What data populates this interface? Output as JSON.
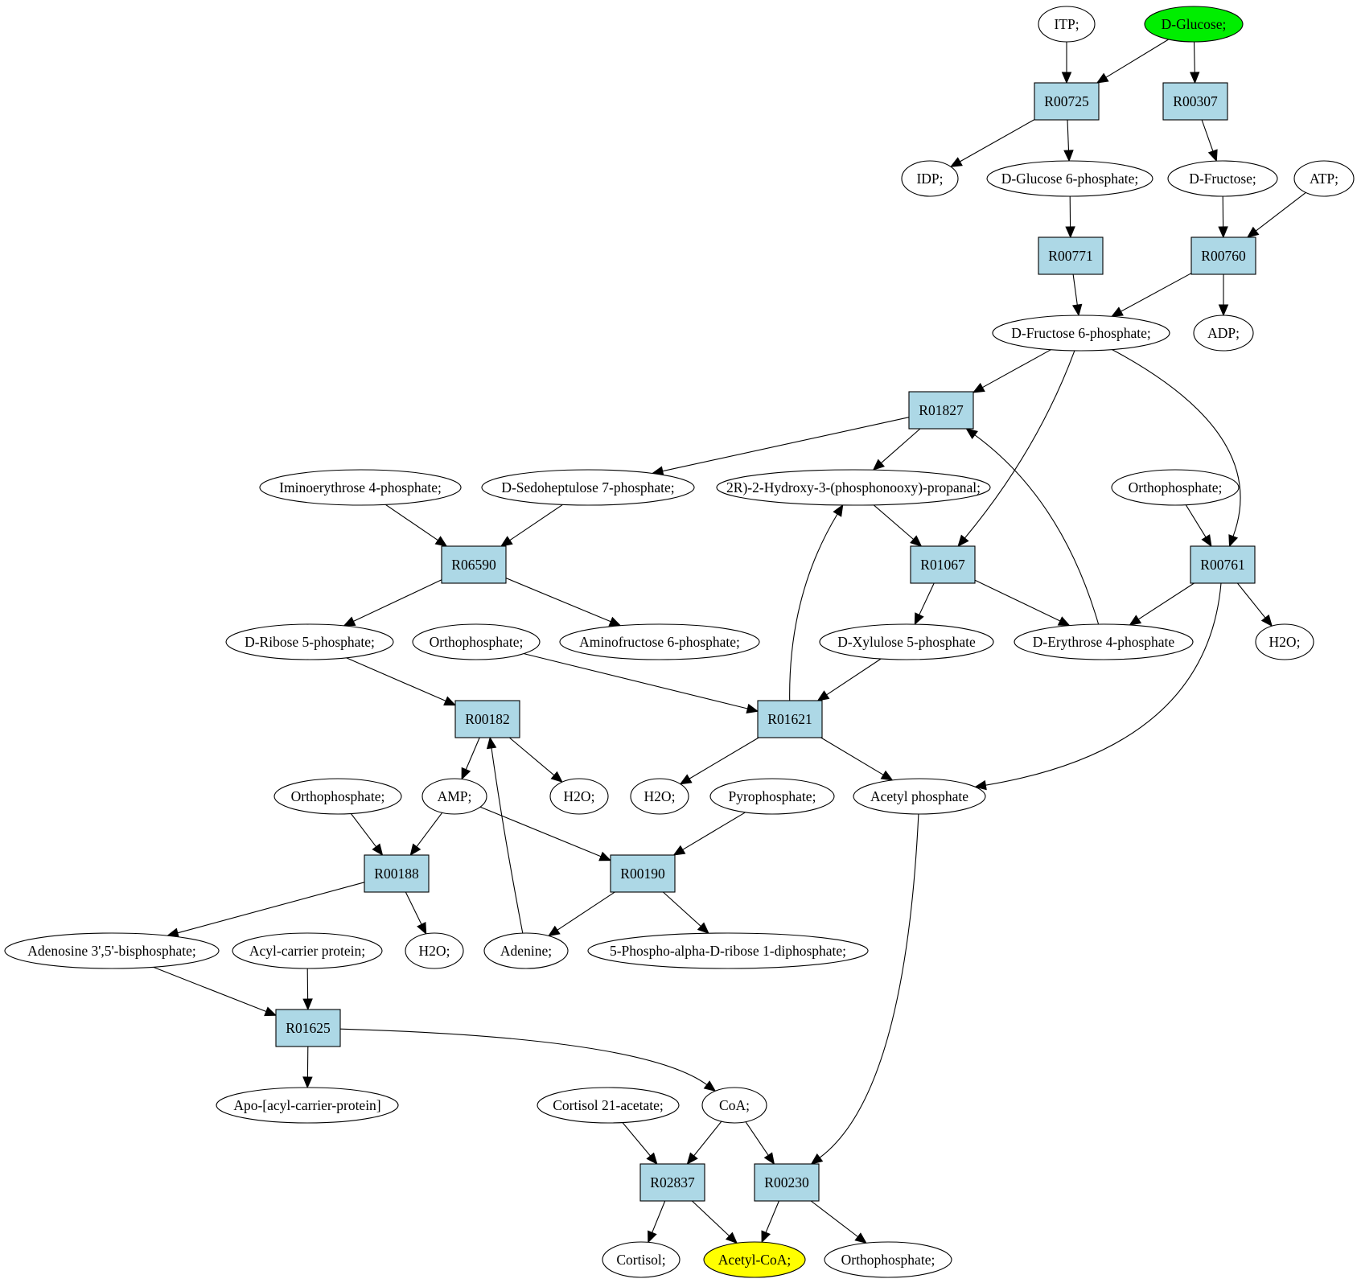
{
  "colors": {
    "reaction_fill": "#add8e6",
    "metabolite_fill": "#ffffff",
    "start_fill": "#00ee00",
    "target_fill": "#ffff00",
    "stroke": "#000000"
  },
  "nodes": [
    {
      "id": "itp",
      "kind": "metabolite",
      "label": "ITP;"
    },
    {
      "id": "d_glucose",
      "kind": "metabolite",
      "role": "start",
      "label": "D-Glucose;"
    },
    {
      "id": "r00725",
      "kind": "reaction",
      "label": "R00725"
    },
    {
      "id": "r00307",
      "kind": "reaction",
      "label": "R00307"
    },
    {
      "id": "idp",
      "kind": "metabolite",
      "label": "IDP;"
    },
    {
      "id": "d_glucose_6p",
      "kind": "metabolite",
      "label": "D-Glucose 6-phosphate;"
    },
    {
      "id": "d_fructose",
      "kind": "metabolite",
      "label": "D-Fructose;"
    },
    {
      "id": "atp",
      "kind": "metabolite",
      "label": "ATP;"
    },
    {
      "id": "r00771",
      "kind": "reaction",
      "label": "R00771"
    },
    {
      "id": "r00760",
      "kind": "reaction",
      "label": "R00760"
    },
    {
      "id": "d_fructose_6p",
      "kind": "metabolite",
      "label": "D-Fructose 6-phosphate;"
    },
    {
      "id": "adp",
      "kind": "metabolite",
      "label": "ADP;"
    },
    {
      "id": "r01827",
      "kind": "reaction",
      "label": "R01827"
    },
    {
      "id": "iminoerythrose_4p",
      "kind": "metabolite",
      "label": "Iminoerythrose 4-phosphate;"
    },
    {
      "id": "d_sedoheptulose_7p",
      "kind": "metabolite",
      "label": "D-Sedoheptulose 7-phosphate;"
    },
    {
      "id": "hydroxy_propanal",
      "kind": "metabolite",
      "label": "2R)-2-Hydroxy-3-(phosphonooxy)-propanal;"
    },
    {
      "id": "orthophosphate_1",
      "kind": "metabolite",
      "label": "Orthophosphate;"
    },
    {
      "id": "r06590",
      "kind": "reaction",
      "label": "R06590"
    },
    {
      "id": "r01067",
      "kind": "reaction",
      "label": "R01067"
    },
    {
      "id": "r00761",
      "kind": "reaction",
      "label": "R00761"
    },
    {
      "id": "d_ribose_5p",
      "kind": "metabolite",
      "label": "D-Ribose 5-phosphate;"
    },
    {
      "id": "orthophosphate_2",
      "kind": "metabolite",
      "label": "Orthophosphate;"
    },
    {
      "id": "aminofructose_6p",
      "kind": "metabolite",
      "label": "Aminofructose 6-phosphate;"
    },
    {
      "id": "d_xylulose_5p",
      "kind": "metabolite",
      "label": "D-Xylulose 5-phosphate"
    },
    {
      "id": "d_erythrose_4p",
      "kind": "metabolite",
      "label": "D-Erythrose 4-phosphate"
    },
    {
      "id": "h2o_1",
      "kind": "metabolite",
      "label": "H2O;"
    },
    {
      "id": "r00182",
      "kind": "reaction",
      "label": "R00182"
    },
    {
      "id": "r01621",
      "kind": "reaction",
      "label": "R01621"
    },
    {
      "id": "orthophosphate_3",
      "kind": "metabolite",
      "label": "Orthophosphate;"
    },
    {
      "id": "amp",
      "kind": "metabolite",
      "label": "AMP;"
    },
    {
      "id": "h2o_2",
      "kind": "metabolite",
      "label": "H2O;"
    },
    {
      "id": "h2o_3",
      "kind": "metabolite",
      "label": "H2O;"
    },
    {
      "id": "pyrophosphate",
      "kind": "metabolite",
      "label": "Pyrophosphate;"
    },
    {
      "id": "acetyl_phosphate",
      "kind": "metabolite",
      "label": "Acetyl phosphate"
    },
    {
      "id": "r00188",
      "kind": "reaction",
      "label": "R00188"
    },
    {
      "id": "r00190",
      "kind": "reaction",
      "label": "R00190"
    },
    {
      "id": "adenosine_bisp",
      "kind": "metabolite",
      "label": "Adenosine 3',5'-bisphosphate;"
    },
    {
      "id": "acyl_carrier_protein",
      "kind": "metabolite",
      "label": "Acyl-carrier protein;"
    },
    {
      "id": "h2o_4",
      "kind": "metabolite",
      "label": "H2O;"
    },
    {
      "id": "adenine",
      "kind": "metabolite",
      "label": "Adenine;"
    },
    {
      "id": "prpp",
      "kind": "metabolite",
      "label": "5-Phospho-alpha-D-ribose 1-diphosphate;"
    },
    {
      "id": "r01625",
      "kind": "reaction",
      "label": "R01625"
    },
    {
      "id": "apo_acp",
      "kind": "metabolite",
      "label": "Apo-[acyl-carrier-protein]"
    },
    {
      "id": "cortisol_21_acetate",
      "kind": "metabolite",
      "label": "Cortisol 21-acetate;"
    },
    {
      "id": "coa",
      "kind": "metabolite",
      "label": "CoA;"
    },
    {
      "id": "r02837",
      "kind": "reaction",
      "label": "R02837"
    },
    {
      "id": "r00230",
      "kind": "reaction",
      "label": "R00230"
    },
    {
      "id": "cortisol",
      "kind": "metabolite",
      "label": "Cortisol;"
    },
    {
      "id": "acetyl_coa",
      "kind": "metabolite",
      "role": "target",
      "label": "Acetyl-CoA;"
    },
    {
      "id": "orthophosphate_4",
      "kind": "metabolite",
      "label": "Orthophosphate;"
    }
  ],
  "edges": [
    {
      "from": "itp",
      "to": "r00725"
    },
    {
      "from": "d_glucose",
      "to": "r00725"
    },
    {
      "from": "d_glucose",
      "to": "r00307"
    },
    {
      "from": "r00725",
      "to": "idp"
    },
    {
      "from": "r00725",
      "to": "d_glucose_6p"
    },
    {
      "from": "r00307",
      "to": "d_fructose"
    },
    {
      "from": "d_glucose_6p",
      "to": "r00771"
    },
    {
      "from": "d_fructose",
      "to": "r00760"
    },
    {
      "from": "atp",
      "to": "r00760"
    },
    {
      "from": "r00771",
      "to": "d_fructose_6p"
    },
    {
      "from": "r00760",
      "to": "d_fructose_6p"
    },
    {
      "from": "r00760",
      "to": "adp"
    },
    {
      "from": "d_fructose_6p",
      "to": "r01827"
    },
    {
      "from": "d_fructose_6p",
      "to": "r01067"
    },
    {
      "from": "d_fructose_6p",
      "to": "r00761"
    },
    {
      "from": "r01827",
      "to": "d_sedoheptulose_7p"
    },
    {
      "from": "r01827",
      "to": "hydroxy_propanal"
    },
    {
      "from": "d_erythrose_4p",
      "to": "r01827"
    },
    {
      "from": "iminoerythrose_4p",
      "to": "r06590"
    },
    {
      "from": "d_sedoheptulose_7p",
      "to": "r06590"
    },
    {
      "from": "hydroxy_propanal",
      "to": "r01067"
    },
    {
      "from": "orthophosphate_1",
      "to": "r00761"
    },
    {
      "from": "r06590",
      "to": "d_ribose_5p"
    },
    {
      "from": "r06590",
      "to": "aminofructose_6p"
    },
    {
      "from": "r01067",
      "to": "d_xylulose_5p"
    },
    {
      "from": "r01067",
      "to": "d_erythrose_4p"
    },
    {
      "from": "r00761",
      "to": "d_erythrose_4p"
    },
    {
      "from": "r00761",
      "to": "h2o_1"
    },
    {
      "from": "r00761",
      "to": "acetyl_phosphate"
    },
    {
      "from": "d_ribose_5p",
      "to": "r00182"
    },
    {
      "from": "orthophosphate_2",
      "to": "r01621"
    },
    {
      "from": "d_xylulose_5p",
      "to": "r01621"
    },
    {
      "from": "r01621",
      "to": "hydroxy_propanal"
    },
    {
      "from": "r01621",
      "to": "h2o_3"
    },
    {
      "from": "r01621",
      "to": "acetyl_phosphate"
    },
    {
      "from": "r00182",
      "to": "amp"
    },
    {
      "from": "r00182",
      "to": "h2o_2"
    },
    {
      "from": "adenine",
      "to": "r00182"
    },
    {
      "from": "orthophosphate_3",
      "to": "r00188"
    },
    {
      "from": "amp",
      "to": "r00188"
    },
    {
      "from": "amp",
      "to": "r00190"
    },
    {
      "from": "pyrophosphate",
      "to": "r00190"
    },
    {
      "from": "r00188",
      "to": "adenosine_bisp"
    },
    {
      "from": "r00188",
      "to": "h2o_4"
    },
    {
      "from": "r00190",
      "to": "adenine"
    },
    {
      "from": "r00190",
      "to": "prpp"
    },
    {
      "from": "adenosine_bisp",
      "to": "r01625"
    },
    {
      "from": "acyl_carrier_protein",
      "to": "r01625"
    },
    {
      "from": "r01625",
      "to": "apo_acp"
    },
    {
      "from": "r01625",
      "to": "coa"
    },
    {
      "from": "cortisol_21_acetate",
      "to": "r02837"
    },
    {
      "from": "coa",
      "to": "r02837"
    },
    {
      "from": "coa",
      "to": "r00230"
    },
    {
      "from": "acetyl_phosphate",
      "to": "r00230"
    },
    {
      "from": "r02837",
      "to": "cortisol"
    },
    {
      "from": "r02837",
      "to": "acetyl_coa"
    },
    {
      "from": "r00230",
      "to": "acetyl_coa"
    },
    {
      "from": "r00230",
      "to": "orthophosphate_4"
    }
  ]
}
